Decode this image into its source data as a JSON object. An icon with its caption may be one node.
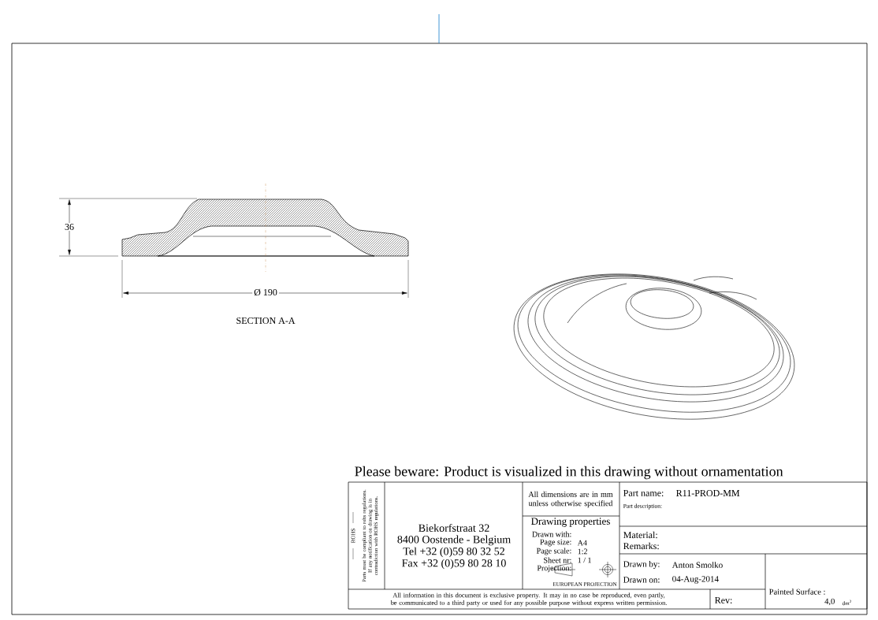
{
  "diagram": {
    "labels": [
      "36",
      "Ø 190",
      "SECTION A-A",
      "Please beware: Product is visualized in this drawing without ornamentation",
      "ROHS",
      "Parts must be compliant to rohs regulations. If any notification on drawing is in contradiction with ROHS regulations.",
      "Biekorfstraat 32",
      "8400 Oostende - Belgium",
      "Tel +32 (0)59 80 32 52",
      "Fax +32 (0)59 80 28 10",
      "All dimensions are in mm unless otherwise specified",
      "Drawing properties",
      "Drawn with:",
      "Page size:",
      "A4",
      "Page scale:",
      "1:2",
      "Sheet nr:",
      "1 / 1",
      "Projection:",
      "EUROPEAN PROJECTION",
      "Part name:",
      "R11-PROD-MM",
      "Part description:",
      "Material:",
      "Remarks:",
      "Drawn by:",
      "Anton Smolko",
      "Drawn on:",
      "04-Aug-2014",
      "All information in this document is exclusive property. It may in no case be reproduced, even partly, be communicated to a third party or used for any possible purpose without express written permission.",
      "Rev:",
      "Painted Surface :",
      "4,0",
      "dm$^{2}$"
    ]
  }
}
